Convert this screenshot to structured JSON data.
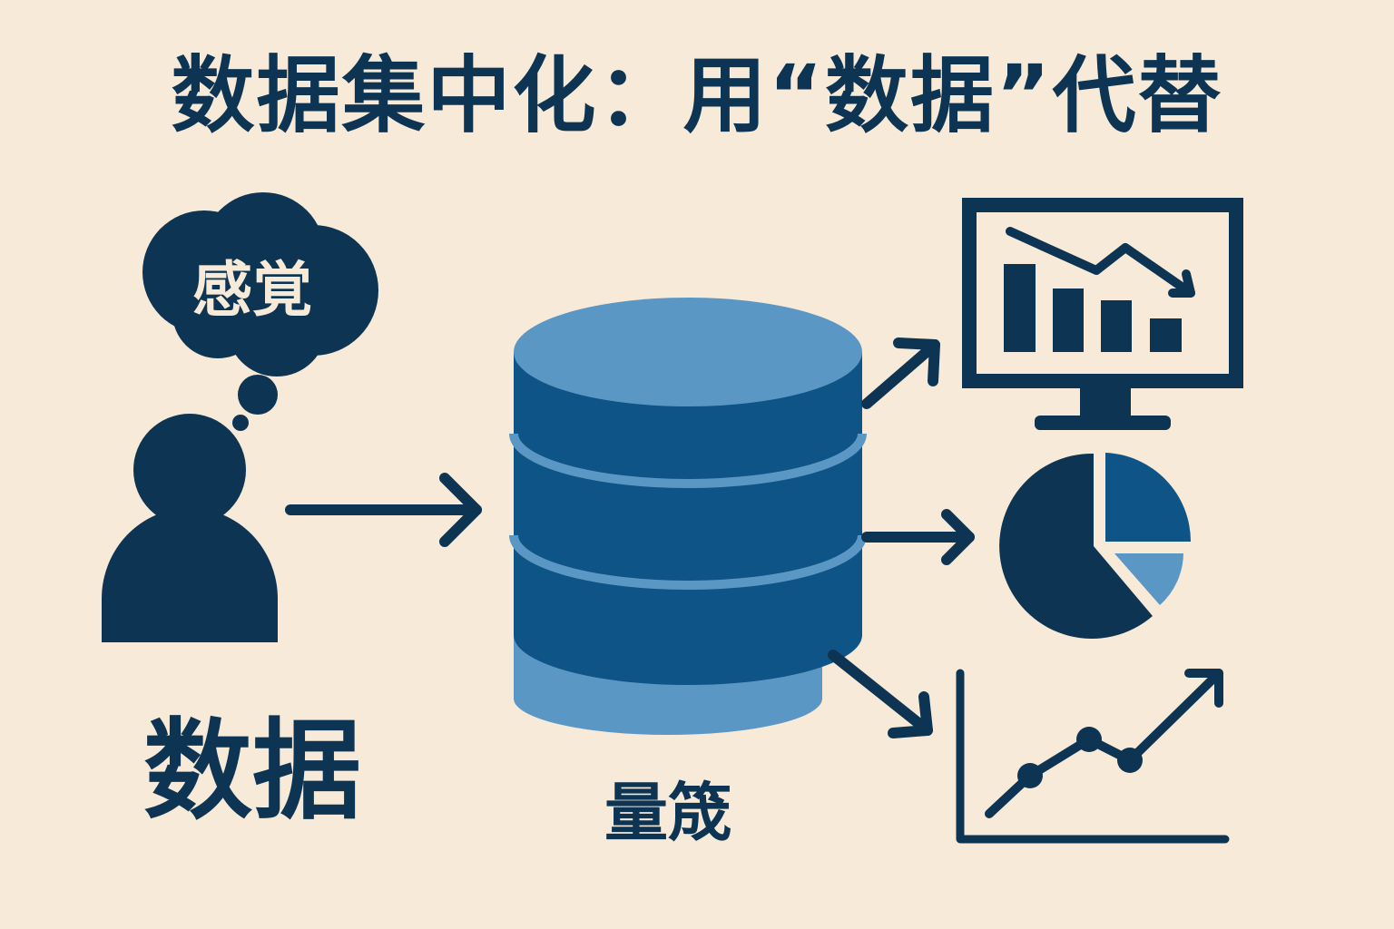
{
  "title": "数据集中化：用“数据”代替",
  "thought_bubble": {
    "text": "感覚"
  },
  "left_label": "数据",
  "center_label": "量筬",
  "colors": {
    "background": "#f8ead8",
    "dark_navy": "#0d3553",
    "db_blue": "#0f5486",
    "db_light": "#5b97c4"
  },
  "icons": [
    "person-icon",
    "thought-cloud-icon",
    "database-icon",
    "monitor-bar-chart-icon",
    "pie-chart-icon",
    "line-chart-icon",
    "arrow-icon"
  ]
}
